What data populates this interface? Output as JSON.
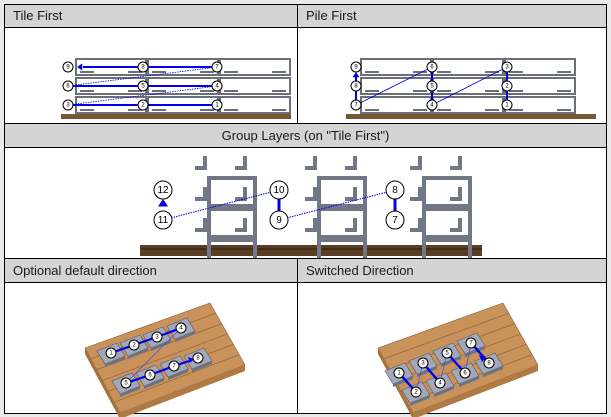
{
  "table": {
    "cells": [
      {
        "title": "Tile First"
      },
      {
        "title": "Pile First"
      },
      {
        "title": "Group Layers (on \"Tile First\")"
      },
      {
        "title": "Optional default direction"
      },
      {
        "title": "Switched Direction"
      }
    ]
  },
  "tile_first": {
    "markers": [
      "1",
      "2",
      "3",
      "4",
      "5",
      "6",
      "7",
      "8",
      "9"
    ]
  },
  "pile_first": {
    "markers": [
      "1",
      "2",
      "3",
      "4",
      "5",
      "6",
      "7",
      "8",
      "9"
    ]
  },
  "group_layers": {
    "markers": [
      "7",
      "8",
      "9",
      "10",
      "11",
      "12"
    ]
  },
  "default_direction": {
    "markers": [
      "1",
      "2",
      "3",
      "4",
      "5",
      "6",
      "7",
      "8"
    ]
  },
  "switched_direction": {
    "markers": [
      "1",
      "2",
      "3",
      "4",
      "5",
      "6",
      "7",
      "8"
    ]
  },
  "colors": {
    "header_bg": "#d4d4d4",
    "arrow_blue": "#0000ee",
    "pallet_brown": "#c8925a",
    "floor_brown": "#7a5532",
    "crate_gray": "#6b6f78"
  }
}
